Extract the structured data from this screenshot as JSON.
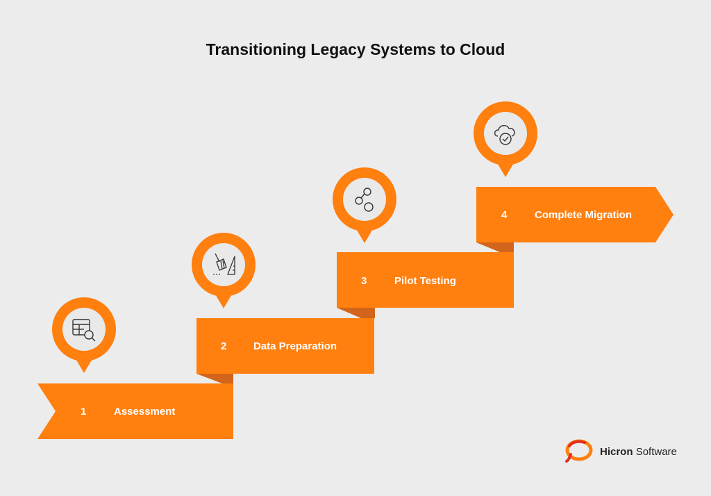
{
  "title": "Transitioning Legacy Systems to Cloud",
  "accent_color": "#ff7f0f",
  "fold_color": "#d2651b",
  "steps": [
    {
      "number": "1",
      "label": "Assessment",
      "icon": "table-search-icon"
    },
    {
      "number": "2",
      "label": "Data Preparation",
      "icon": "broom-ruler-icon"
    },
    {
      "number": "3",
      "label": "Pilot Testing",
      "icon": "nodes-link-icon"
    },
    {
      "number": "4",
      "label": "Complete Migration",
      "icon": "cloud-check-icon"
    }
  ],
  "logo": {
    "brand": "Hicron",
    "suffix": "Software",
    "icon": "speech-ring-logo"
  }
}
